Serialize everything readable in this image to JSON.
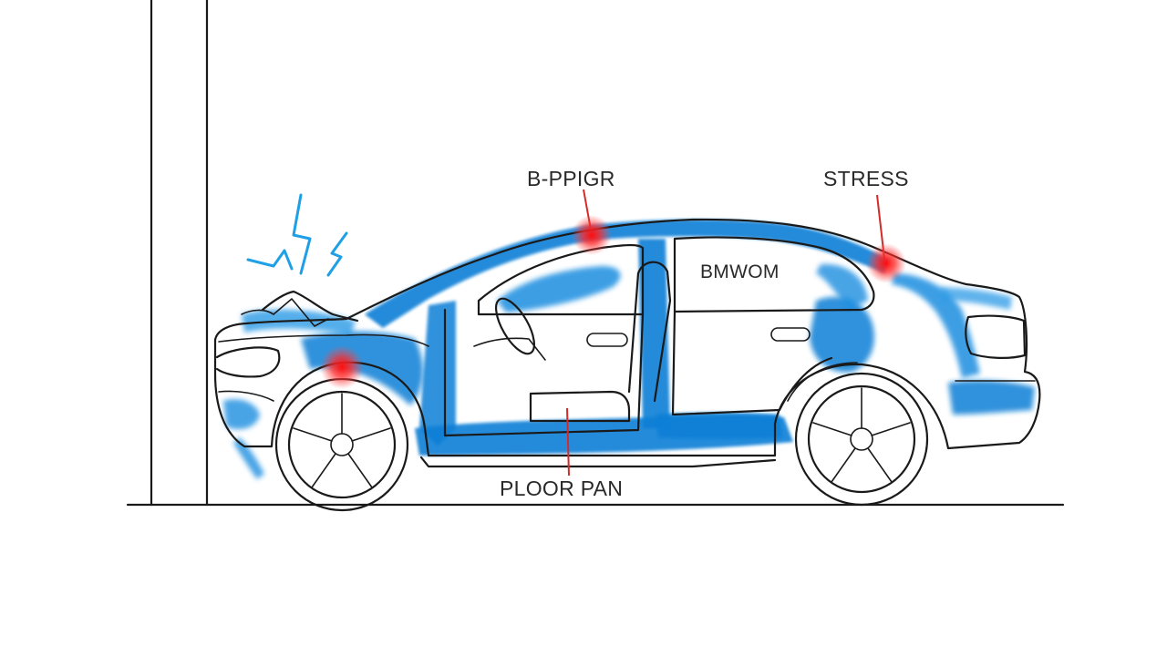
{
  "labels": {
    "b_pillar": "B-PPIGR",
    "stress": "STRESS",
    "side_text": "BMWOM",
    "floor_pan": "PLOOR PAN"
  },
  "colors": {
    "stress_overlay": "#0b7fd6",
    "stress_light": "#5ab8ee",
    "hotspot": "#ff1a1a",
    "leader_line": "#d42a2a",
    "ink": "#1a1a1a"
  }
}
